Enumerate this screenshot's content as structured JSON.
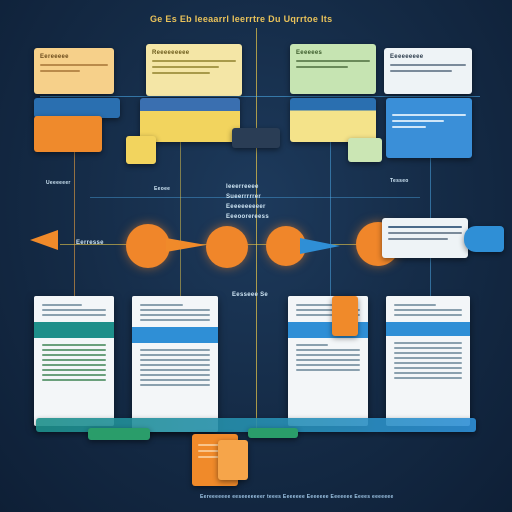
{
  "header": {
    "title": "Ge Es Eb Ieeaarrl Ieerrtre Du Uqrrtoe Its"
  },
  "labels": {
    "center_block": [
      "Ieeerreeee",
      "Sueerrrrrer",
      "Eeeeeeeeeer",
      "Eeeoorereess"
    ],
    "left_arrow": "Eerresse",
    "mid_small": "Eesseee Se",
    "left_small": "Ueeeeeer",
    "left_small2": "Eeoee",
    "right_small": "Tesseo",
    "footer": "Eereeeeeee eeseeeeeeer teees Eeeeeee Eeeeeee Eeeeeee Eeees eeeeeee"
  },
  "top_cards": [
    {
      "id": "c1",
      "text": "Eereeeee"
    },
    {
      "id": "c2",
      "text": "Reeeeeeeee"
    },
    {
      "id": "c3",
      "text": "Eeeeees"
    },
    {
      "id": "c4",
      "text": "Eeeeeeeee"
    }
  ],
  "colors": {
    "background": "#142a45",
    "orange": "#f08a2a",
    "yellow": "#f2d45e",
    "green": "#a9d49b",
    "blue": "#2f8fd6",
    "teal": "#1e8f8a",
    "line_yellow": "#e8c84a",
    "line_blue": "#4fb0f0"
  }
}
